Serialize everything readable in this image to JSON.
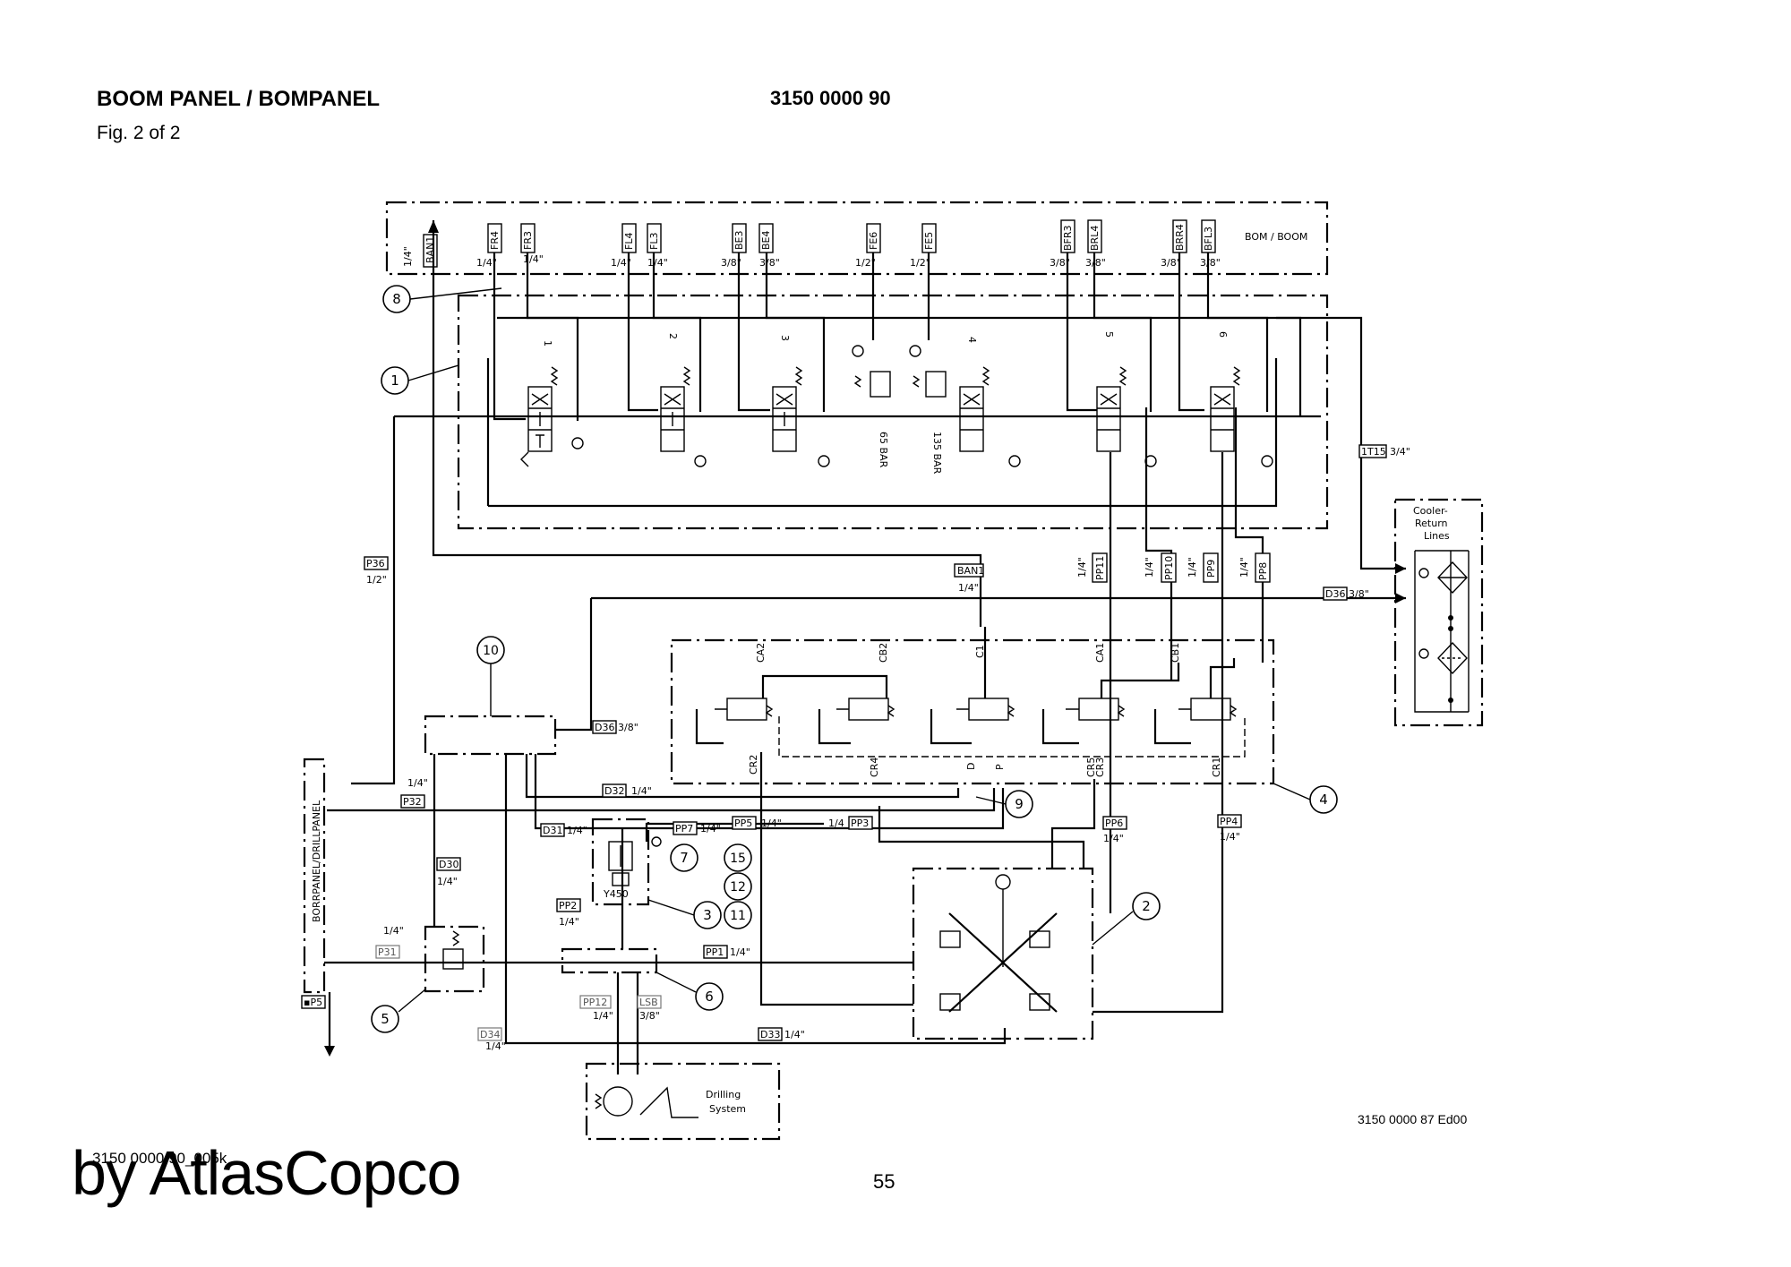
{
  "header": {
    "title": "BOOM PANEL / BOMPANEL",
    "subtitle": "Fig. 2 of 2",
    "doc_number": "3150 0000 90"
  },
  "footer": {
    "drawing_number": "3150 0000 87 Ed00",
    "page_number": "55",
    "code": "3150 0000 90_005k",
    "brand": "by AtlasCopco"
  },
  "diagram": {
    "frame_label": "BOM / BOOM",
    "panel_label": "BORRPANEL/DRILLPANEL",
    "cooler_label_1": "Cooler-",
    "cooler_label_2": "Return",
    "cooler_label_3": "Lines",
    "drilling_label_1": "Drilling",
    "drilling_label_2": "System",
    "valve_label": "Y450",
    "pressure_1": "65 BAR",
    "pressure_2": "135 BAR",
    "top_ports": [
      {
        "label": "BAN1",
        "size": "1/4\""
      },
      {
        "label": "FR4",
        "size": "1/4\""
      },
      {
        "label": "FR3",
        "size": "1/4\""
      },
      {
        "label": "FL4",
        "size": "1/4\""
      },
      {
        "label": "FL3",
        "size": "1/4\""
      },
      {
        "label": "BE3",
        "size": "3/8\""
      },
      {
        "label": "BE4",
        "size": "3/8\""
      },
      {
        "label": "FE6",
        "size": "1/2\""
      },
      {
        "label": "FE5",
        "size": "1/2\""
      },
      {
        "label": "BFR3",
        "size": "3/8\""
      },
      {
        "label": "BRL4",
        "size": "3/8\""
      },
      {
        "label": "BRR4",
        "size": "3/8\""
      },
      {
        "label": "BFL3",
        "size": "3/8\""
      }
    ],
    "pp_ports": [
      {
        "label": "PP11",
        "size": "1/4\""
      },
      {
        "label": "PP10",
        "size": "1/4\""
      },
      {
        "label": "PP9",
        "size": "1/4\""
      },
      {
        "label": "PP8",
        "size": "1/4\""
      }
    ],
    "lines": {
      "p36": "P36",
      "p36_size": "1/2\"",
      "ban1": "BAN1",
      "ban1_size": "1/4\"",
      "d36": "D36",
      "d36_size": "3/8\"",
      "t15": "1T15",
      "t15_size": "3/4\"",
      "d36b": "D36",
      "d36b_size": "3/8\"",
      "d32": "D32",
      "d32_size": "1/4\"",
      "p32": "P32",
      "p32_size": "1/4\"",
      "d31": "D31",
      "d31_size": "1/4\"",
      "pp7": "PP7",
      "pp7_size": "1/4\"",
      "pp5": "PP5",
      "pp5_size": "1/4\"",
      "pp3": "PP3",
      "pp3_size": "1/4",
      "pp6": "PP6",
      "pp6_size": "1/4\"",
      "pp4": "PP4",
      "pp4_size": "1/4\"",
      "d30": "D30",
      "d30_size": "1/4\"",
      "pp2": "PP2",
      "pp2_size": "1/4\"",
      "p31": "P31",
      "p31_size": "1/4\"",
      "pp1": "PP1",
      "pp1_size": "1/4\"",
      "pp12": "PP12",
      "pp12_size": "1/4\"",
      "lsb": "LSB",
      "lsb_size": "3/8\"",
      "d34": "D34",
      "d34_size": "1/4\"",
      "d33": "D33",
      "d33_size": "1/4\"",
      "p5": "▪P5"
    },
    "shuttle_ports": [
      "CA2",
      "CB2",
      "C1",
      "CA1",
      "CB1"
    ],
    "shuttle_bottom": [
      "CR2",
      "CR4",
      "D",
      "P",
      "CR5",
      "CR3",
      "CR1"
    ],
    "section_numbers": [
      "1",
      "2",
      "3",
      "4",
      "5",
      "6"
    ],
    "callouts": [
      "1",
      "2",
      "3",
      "4",
      "5",
      "6",
      "7",
      "8",
      "9",
      "10",
      "11",
      "12",
      "15"
    ]
  }
}
